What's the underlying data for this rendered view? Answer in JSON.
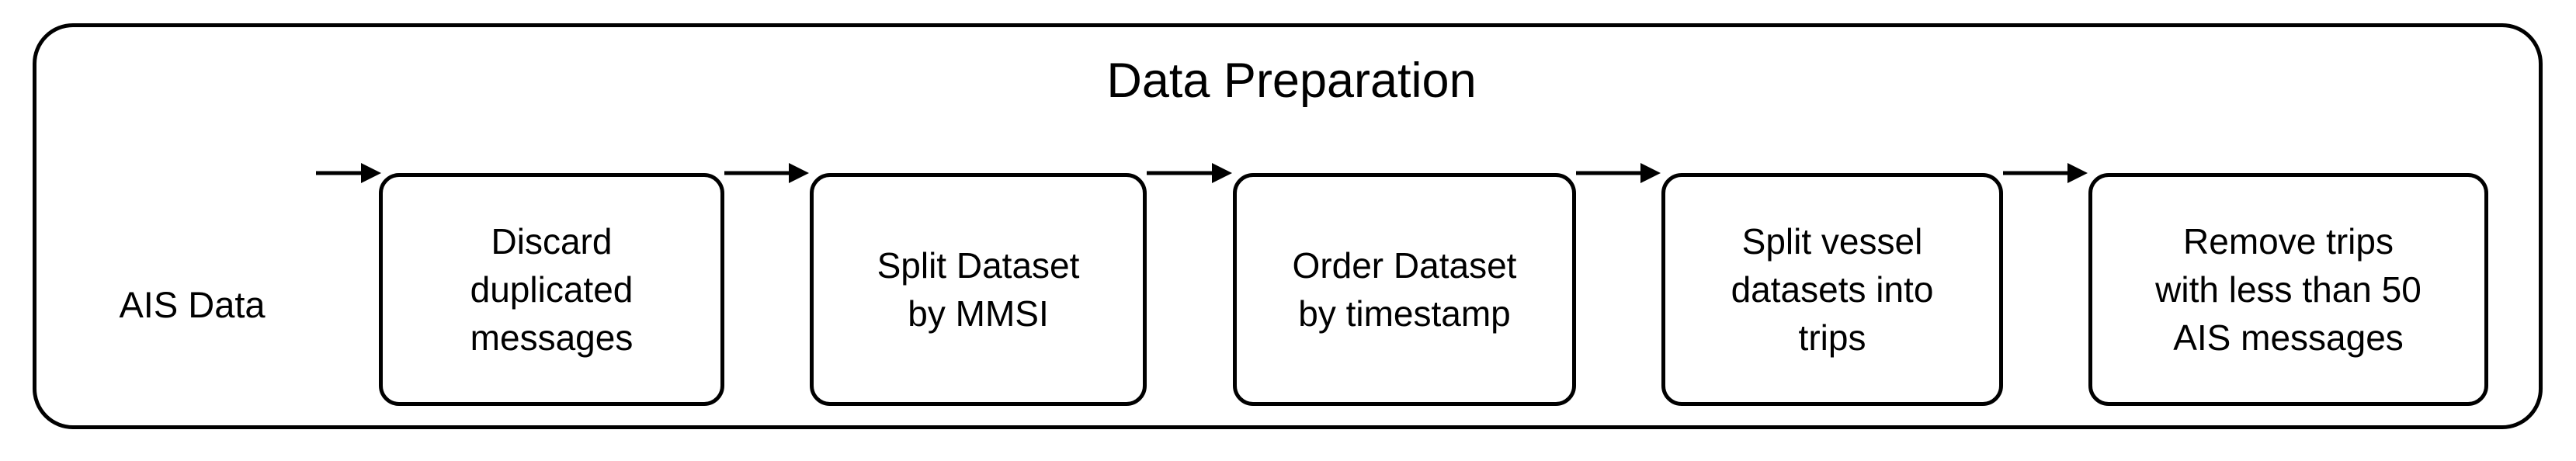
{
  "diagram": {
    "title": "Data Preparation",
    "type": "flowchart",
    "orientation": "left-to-right",
    "colors": {
      "stroke": "#000000",
      "fill": "#ffffff",
      "text": "#000000",
      "background": "#ffffff"
    },
    "source_node": {
      "label": "AIS Data",
      "shape": "plain-text"
    },
    "steps": [
      {
        "index": 1,
        "label": "Discard\nduplicated\nmessages",
        "shape": "rounded-rectangle"
      },
      {
        "index": 2,
        "label": "Split Dataset\nby MMSI",
        "shape": "rounded-rectangle"
      },
      {
        "index": 3,
        "label": "Order Dataset\nby timestamp",
        "shape": "rounded-rectangle"
      },
      {
        "index": 4,
        "label": "Split vessel\ndatasets into\ntrips",
        "shape": "rounded-rectangle"
      },
      {
        "index": 5,
        "label": "Remove trips\nwith less than 50\nAIS messages",
        "shape": "rounded-rectangle"
      }
    ],
    "connectors": [
      {
        "from": "AIS Data",
        "to": "Discard duplicated messages",
        "style": "arrow-right"
      },
      {
        "from": "Discard duplicated messages",
        "to": "Split Dataset by MMSI",
        "style": "arrow-right"
      },
      {
        "from": "Split Dataset by MMSI",
        "to": "Order Dataset by timestamp",
        "style": "arrow-right"
      },
      {
        "from": "Order Dataset by timestamp",
        "to": "Split vessel datasets into trips",
        "style": "arrow-right"
      },
      {
        "from": "Split vessel datasets into trips",
        "to": "Remove trips with less than 50 AIS messages",
        "style": "arrow-right"
      }
    ]
  }
}
